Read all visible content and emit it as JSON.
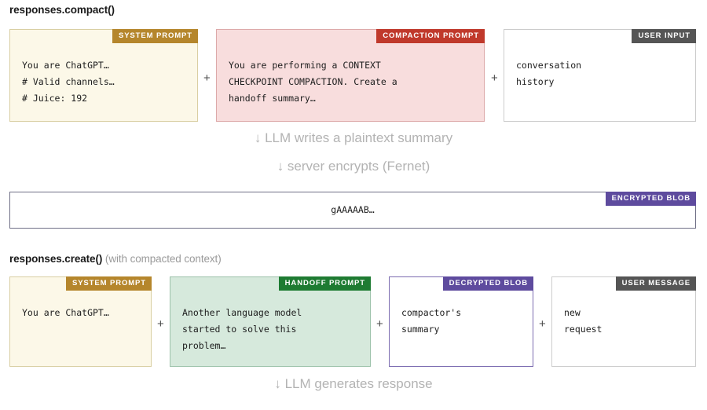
{
  "sections": {
    "compact": {
      "title": "responses.compact()",
      "subtitle": ""
    },
    "create": {
      "title": "responses.create()",
      "subtitle": "(with compacted context)"
    }
  },
  "row_compact": {
    "boxes": [
      {
        "badge": "SYSTEM PROMPT",
        "text": "You are ChatGPT…\n# Valid channels…\n# Juice: 192",
        "accent": "#b5862c",
        "fill": "#fcf8e8"
      },
      {
        "badge": "COMPACTION PROMPT",
        "text": "You are performing a CONTEXT\nCHECKPOINT COMPACTION. Create a\nhandoff summary…",
        "accent": "#c0392b",
        "fill": "#f8dddd"
      },
      {
        "badge": "USER INPUT",
        "text": "conversation\nhistory",
        "accent": "#555555",
        "fill": "#ffffff"
      }
    ],
    "separators": [
      "+",
      "+"
    ]
  },
  "flow": {
    "caption_1": "↓ LLM writes a plaintext summary",
    "caption_2": "↓ server encrypts (Fernet)",
    "caption_3": "↓ LLM generates response"
  },
  "encrypted_blob": {
    "badge": "ENCRYPTED BLOB",
    "text": "gAAAAAB…",
    "accent": "#5e4b9e"
  },
  "row_create": {
    "boxes": [
      {
        "badge": "SYSTEM PROMPT",
        "text": "You are ChatGPT…",
        "accent": "#b5862c",
        "fill": "#fcf8e8"
      },
      {
        "badge": "HANDOFF PROMPT",
        "text": "Another language model\nstarted to solve this\nproblem…",
        "accent": "#1e7b32",
        "fill": "#d6e9dc"
      },
      {
        "badge": "DECRYPTED BLOB",
        "text": "compactor's\nsummary",
        "accent": "#5e4b9e",
        "fill": "#ffffff"
      },
      {
        "badge": "USER MESSAGE",
        "text": "new\nrequest",
        "accent": "#555555",
        "fill": "#ffffff"
      }
    ],
    "separators": [
      "+",
      "+",
      "+"
    ]
  }
}
